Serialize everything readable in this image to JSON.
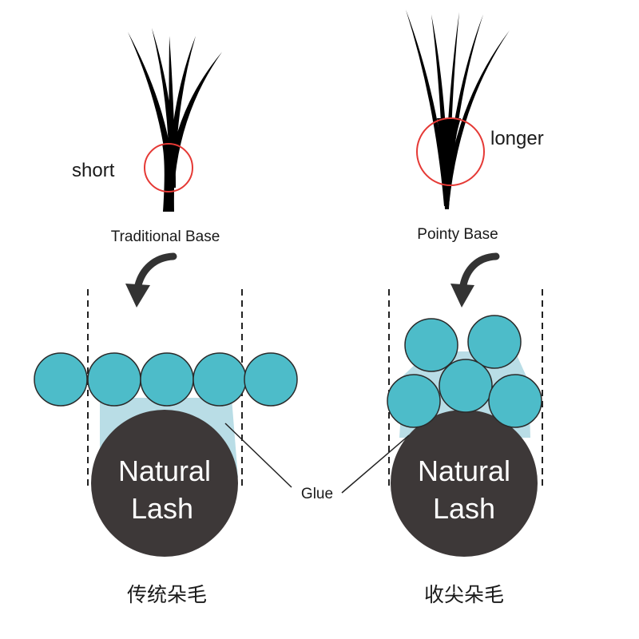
{
  "left": {
    "side_label": "short",
    "base_label": "Traditional Base",
    "lash_text": [
      "Natural",
      "Lash"
    ],
    "caption": "传统朵毛"
  },
  "right": {
    "side_label": "longer",
    "base_label": "Pointy Base",
    "lash_text": [
      "Natural",
      "Lash"
    ],
    "caption": "收尖朵毛"
  },
  "glue_label": "Glue",
  "colors": {
    "cyan": "#4dbcc9",
    "glue": "#b9dde6",
    "lash_dark": "#3d3838",
    "circle_red": "#e53935",
    "fan_black": "#000000"
  }
}
